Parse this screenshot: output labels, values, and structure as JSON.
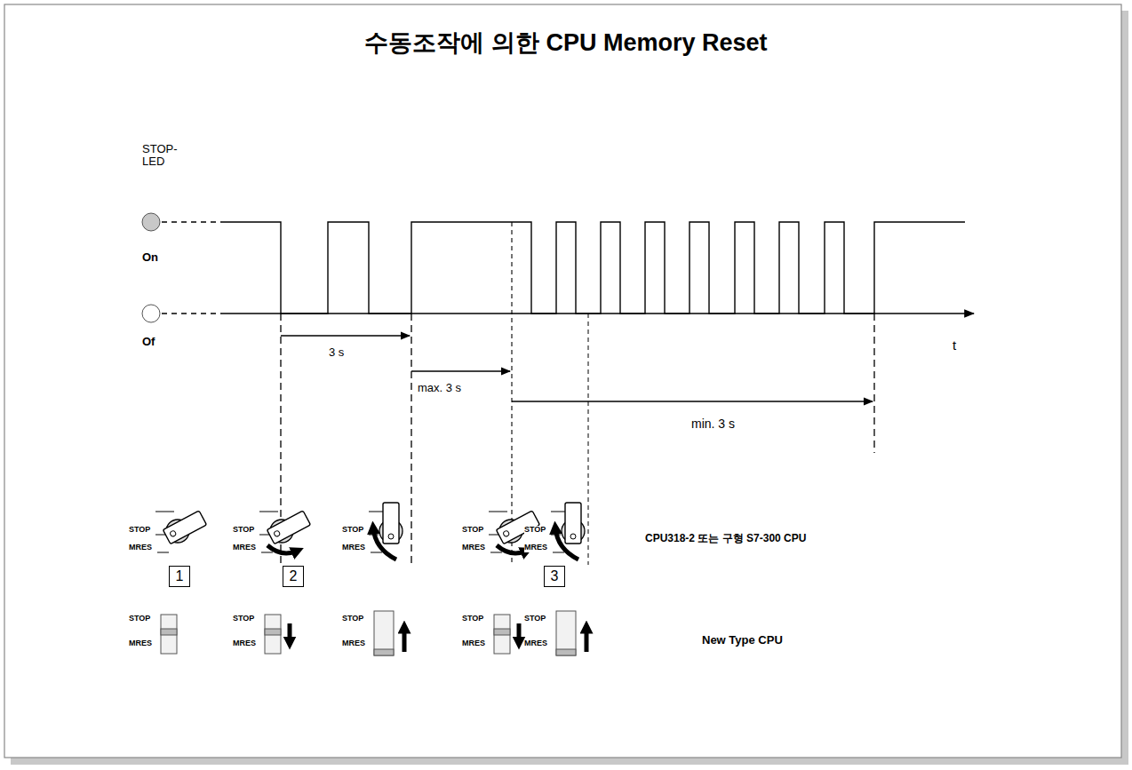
{
  "diagram": {
    "title": "수동조작에 의한 CPU Memory Reset",
    "nodes": [
      {
        "text": [
          "1"
        ]
      },
      {
        "text": [
          "2"
        ]
      },
      {
        "text": [
          "3"
        ]
      }
    ],
    "labels": [
      "STOP-LED",
      "On",
      "Of",
      "t",
      "3 s",
      "max. 3 s",
      "min. 3 s",
      "STOP",
      "MRES",
      "STOP",
      "MRES",
      "STOP",
      "MRES",
      "STOP",
      "MRES",
      "STOP",
      "MRES",
      "CPU318-2 또는 구형 S7-300 CPU",
      "STOP",
      "MRES",
      "STOP",
      "MRES",
      "STOP",
      "MRES",
      "STOP",
      "MRES",
      "STOP",
      "MRES",
      "New Type CPU"
    ]
  }
}
